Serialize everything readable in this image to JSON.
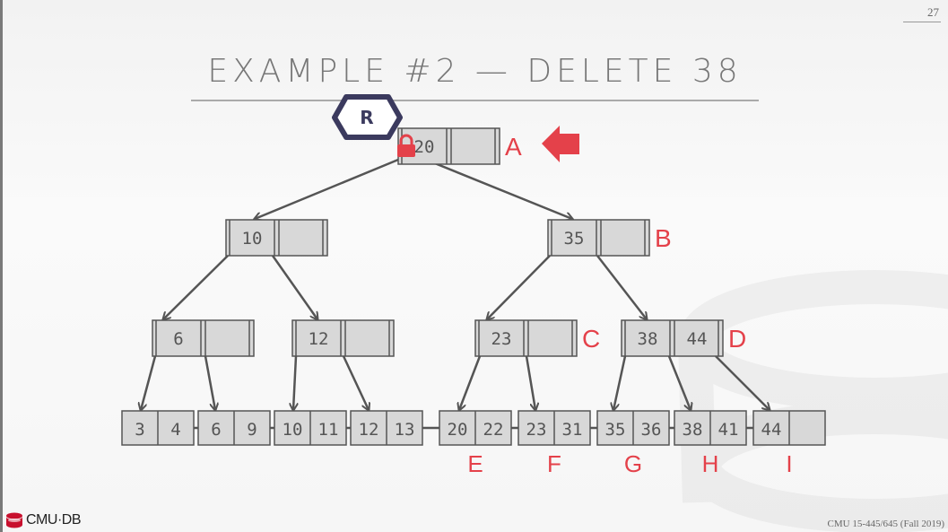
{
  "page_number": "27",
  "title": "EXAMPLE #2 — DELETE 38",
  "latch_label": "R",
  "footer": {
    "logo": "CMU·DB",
    "course": "CMU 15-445/645 (Fall 2019)"
  },
  "colors": {
    "accent": "#e4414a",
    "node_fill": "#d8d8d8",
    "latch": "#3b3a5e",
    "edge": "#555555"
  },
  "inner_nodes": [
    {
      "id": "A",
      "label": "A",
      "keys": [
        "20",
        ""
      ]
    },
    {
      "id": "B",
      "label": "B",
      "keys": [
        "35",
        ""
      ]
    },
    {
      "id": "N10",
      "label": "",
      "keys": [
        "10",
        ""
      ]
    },
    {
      "id": "N6",
      "label": "",
      "keys": [
        "6",
        ""
      ]
    },
    {
      "id": "N12",
      "label": "",
      "keys": [
        "12",
        ""
      ]
    },
    {
      "id": "C",
      "label": "C",
      "keys": [
        "23",
        ""
      ]
    },
    {
      "id": "D",
      "label": "D",
      "keys": [
        "38",
        "44"
      ]
    }
  ],
  "leaves": [
    {
      "label": "",
      "keys": [
        "3",
        "4"
      ]
    },
    {
      "label": "",
      "keys": [
        "6",
        "9"
      ]
    },
    {
      "label": "",
      "keys": [
        "10",
        "11"
      ]
    },
    {
      "label": "",
      "keys": [
        "12",
        "13"
      ]
    },
    {
      "label": "E",
      "keys": [
        "20",
        "22"
      ]
    },
    {
      "label": "F",
      "keys": [
        "23",
        "31"
      ]
    },
    {
      "label": "G",
      "keys": [
        "35",
        "36"
      ]
    },
    {
      "label": "H",
      "keys": [
        "38",
        "41"
      ]
    },
    {
      "label": "I",
      "keys": [
        "44",
        ""
      ]
    }
  ],
  "icons": {
    "pointer": "red-arrow-left-icon",
    "lock": "lock-icon",
    "latch": "read-latch-icon"
  }
}
